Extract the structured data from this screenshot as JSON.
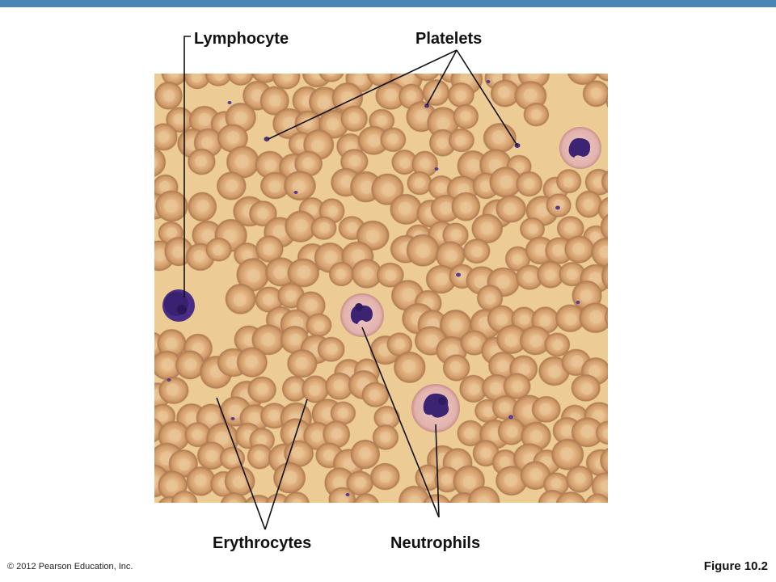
{
  "labels": {
    "lymphocyte": "Lymphocyte",
    "platelets": "Platelets",
    "erythrocytes": "Erythrocytes",
    "neutrophils": "Neutrophils"
  },
  "footer": {
    "copyright": "© 2012 Pearson Education, Inc.",
    "figure": "Figure 10.2"
  },
  "colors": {
    "top_bar": "#4a86b5",
    "background_plasma": "#eccc94",
    "rbc_edge": "#b07a52",
    "rbc_fill": "#d9a877",
    "rbc_center": "#e8c496",
    "nucleus": "#3b2470",
    "neutrophil_cytoplasm": "#e3b8b4",
    "platelet": "#4e2f7e",
    "leader_line": "#111111"
  }
}
